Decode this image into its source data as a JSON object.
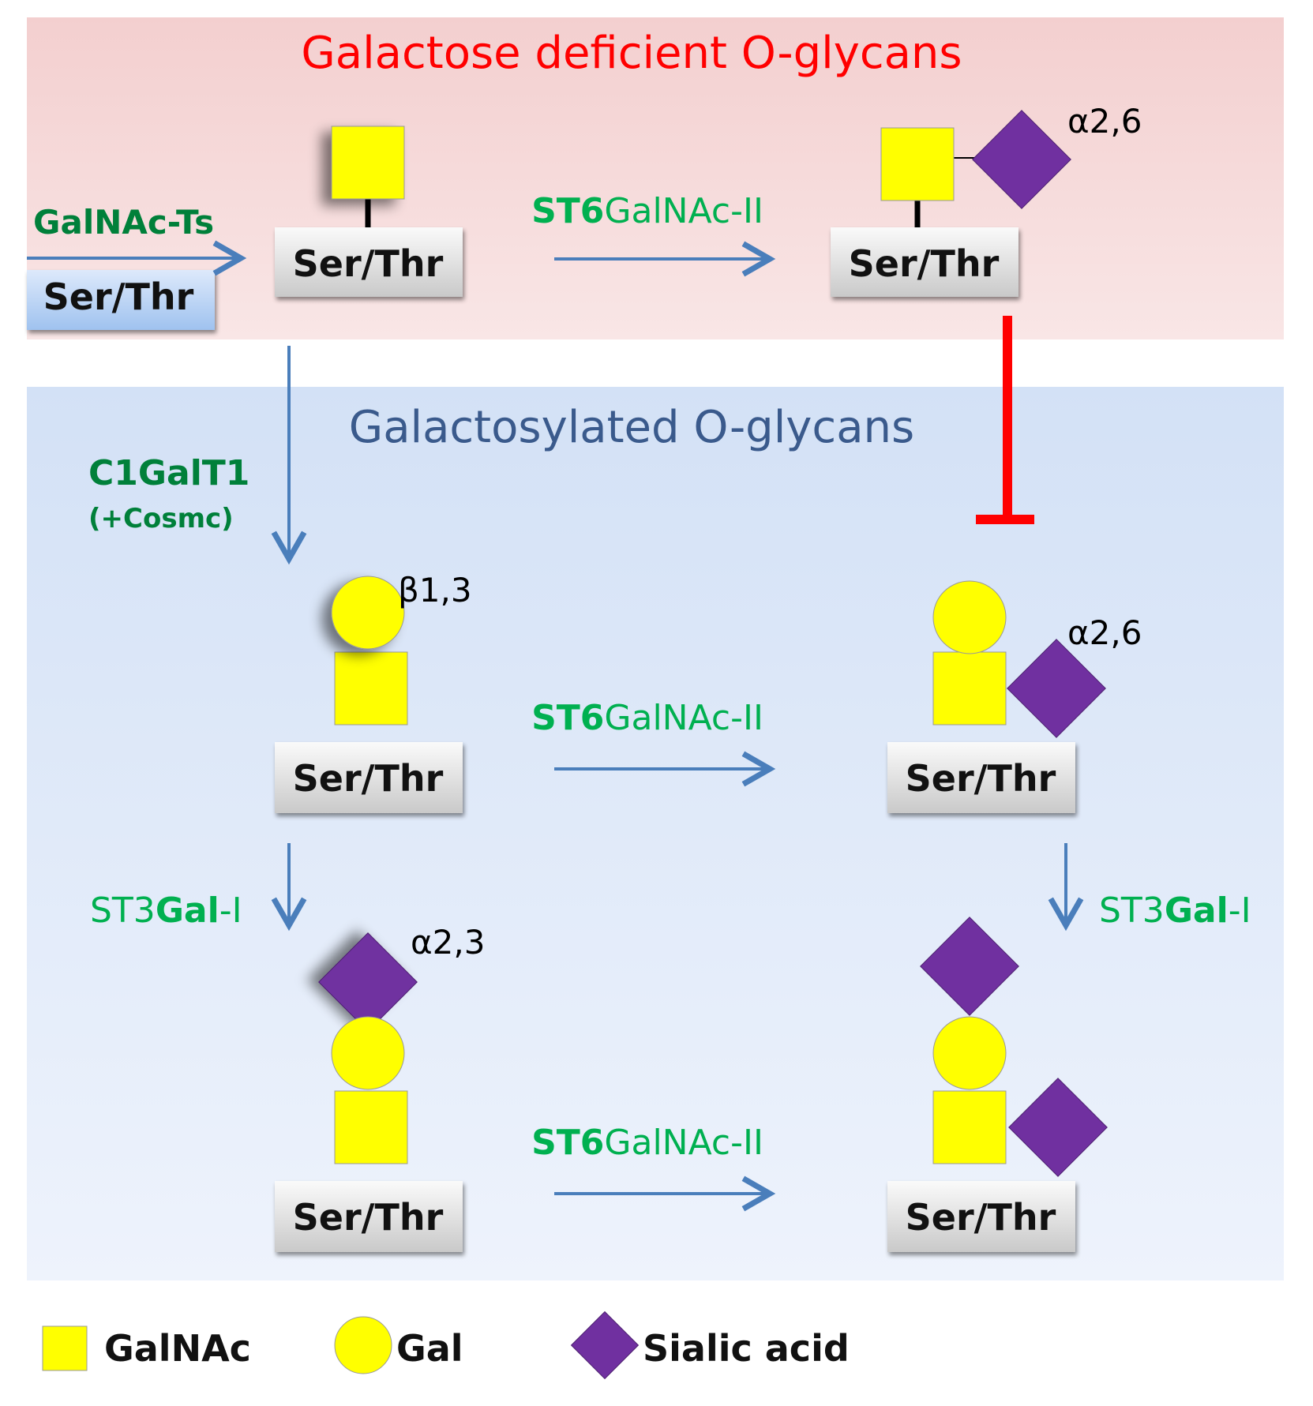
{
  "sections": {
    "top_title": "Galactose deficient O-glycans",
    "bottom_title": "Galactosylated O-glycans"
  },
  "enzymes": {
    "galnac_ts": "GalNAc-Ts",
    "st6_bold": "ST6",
    "st6_rest": "GalNAc-II",
    "c1galt1": "C1GalT1",
    "cosmc": "(+Cosmc)",
    "st3_pre": "ST3",
    "st3_bold": "Gal",
    "st3_post": "-I"
  },
  "residue_label": "Ser/Thr",
  "linkages": {
    "a26": "α2,6",
    "b13": "β1,3",
    "a23": "α2,3"
  },
  "legend": {
    "galnac": "GalNAc",
    "gal": "Gal",
    "sialic": "Sialic acid"
  },
  "colors": {
    "top_band": "#f4d2d2",
    "bottom_band": "#d6e3f7",
    "galnac_fill": "#ffff00",
    "sialic_fill": "#7030a0",
    "enzyme_green": "#00b050",
    "enzyme_dark_green": "#00803a",
    "title_red": "#ff0000",
    "title_blue": "#3a5a8c",
    "arrow_blue": "#4a7ebb",
    "inhibit_red": "#ff0000"
  }
}
